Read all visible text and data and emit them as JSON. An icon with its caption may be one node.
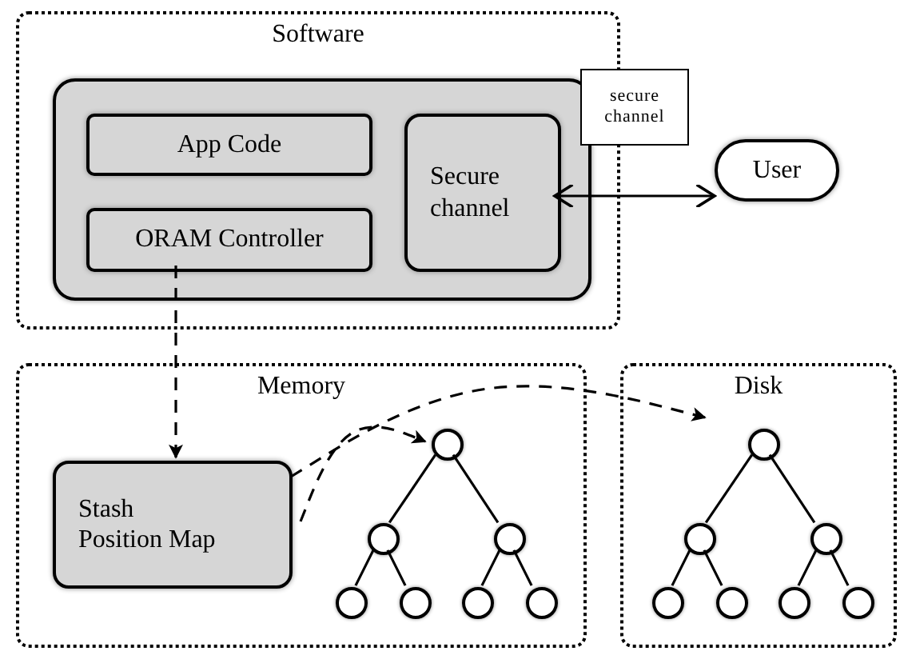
{
  "diagram": {
    "nodes": [
      {
        "text": [
          "Software"
        ]
      },
      {
        "text": [],
        "shape": "box",
        "in": 0
      },
      {
        "text": [
          "App Code"
        ],
        "in": 1
      },
      {
        "text": [
          "ORAM Controller"
        ],
        "in": 1
      },
      {
        "text": [
          "Secure channel"
        ],
        "in": 1
      },
      {
        "text": [
          "secure channel"
        ]
      },
      {
        "text": [
          "User"
        ]
      },
      {
        "text": [
          "Memory"
        ]
      },
      {
        "text": [
          "Stash",
          "Position Map"
        ],
        "in": 7
      },
      {
        "text": [],
        "shape": "circle",
        "in": 7
      },
      {
        "text": [],
        "shape": "circle",
        "in": 7
      },
      {
        "text": [],
        "shape": "circle",
        "in": 7
      },
      {
        "text": [],
        "shape": "circle",
        "in": 7
      },
      {
        "text": [],
        "shape": "circle",
        "in": 7
      },
      {
        "text": [],
        "shape": "circle",
        "in": 7
      },
      {
        "text": [],
        "shape": "circle",
        "in": 7
      },
      {
        "text": [
          "Disk"
        ]
      },
      {
        "text": [],
        "shape": "circle",
        "in": 16
      },
      {
        "text": [],
        "shape": "circle",
        "in": 16
      },
      {
        "text": [],
        "shape": "circle",
        "in": 16
      },
      {
        "text": [],
        "shape": "circle",
        "in": 16
      },
      {
        "text": [],
        "shape": "circle",
        "in": 16
      },
      {
        "text": [],
        "shape": "circle",
        "in": 16
      },
      {
        "text": [],
        "shape": "circle",
        "in": 16
      }
    ],
    "edges": [
      {
        "from": 3,
        "to": 8,
        "arrow": "to",
        "style": "dashed"
      },
      {
        "from": 4,
        "to": 6,
        "arrow": "both"
      },
      {
        "from": 8,
        "to": 9,
        "arrow": "to",
        "style": "dashed"
      },
      {
        "from": 8,
        "to": 17,
        "arrow": "to",
        "style": "dashed"
      },
      {
        "from": 9,
        "to": 10,
        "arrow": "none"
      },
      {
        "from": 9,
        "to": 11,
        "arrow": "none"
      },
      {
        "from": 10,
        "to": 12,
        "arrow": "none"
      },
      {
        "from": 10,
        "to": 13,
        "arrow": "none"
      },
      {
        "from": 11,
        "to": 14,
        "arrow": "none"
      },
      {
        "from": 11,
        "to": 15,
        "arrow": "none"
      },
      {
        "from": 17,
        "to": 18,
        "arrow": "none"
      },
      {
        "from": 17,
        "to": 19,
        "arrow": "none"
      },
      {
        "from": 18,
        "to": 20,
        "arrow": "none"
      },
      {
        "from": 18,
        "to": 21,
        "arrow": "none"
      },
      {
        "from": 19,
        "to": 22,
        "arrow": "none"
      },
      {
        "from": 19,
        "to": 23,
        "arrow": "none"
      }
    ]
  }
}
